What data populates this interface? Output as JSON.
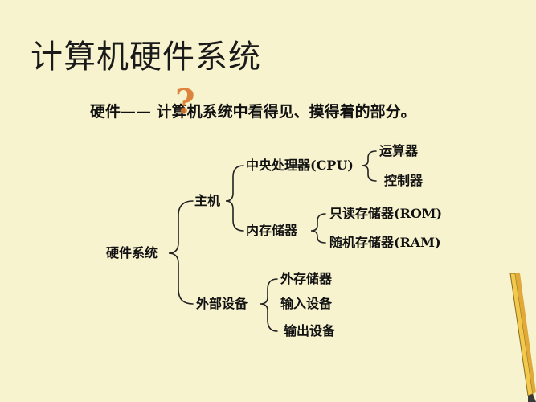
{
  "title": "计算机硬件系统",
  "definition": {
    "text": "硬件—— 计算机系统中看得见、摸得着的部分。"
  },
  "decoration": {
    "question_mark": "?"
  },
  "tree": {
    "root": "硬件系统",
    "main_unit": "主机",
    "peripherals": "外部设备",
    "cpu": "中央处理器(CPU)",
    "memory": "内存储器",
    "alu": "运算器",
    "controller": "控制器",
    "rom": "只读存储器(ROM)",
    "ram": "随机存储器(RAM)",
    "external_storage": "外存储器",
    "input_devices": "输入设备",
    "output_devices": "输出设备"
  },
  "colors": {
    "background": "#f8f3cf",
    "text": "#111111",
    "question_mark": "#d9782b"
  },
  "icons": [
    "pencil-icon"
  ]
}
